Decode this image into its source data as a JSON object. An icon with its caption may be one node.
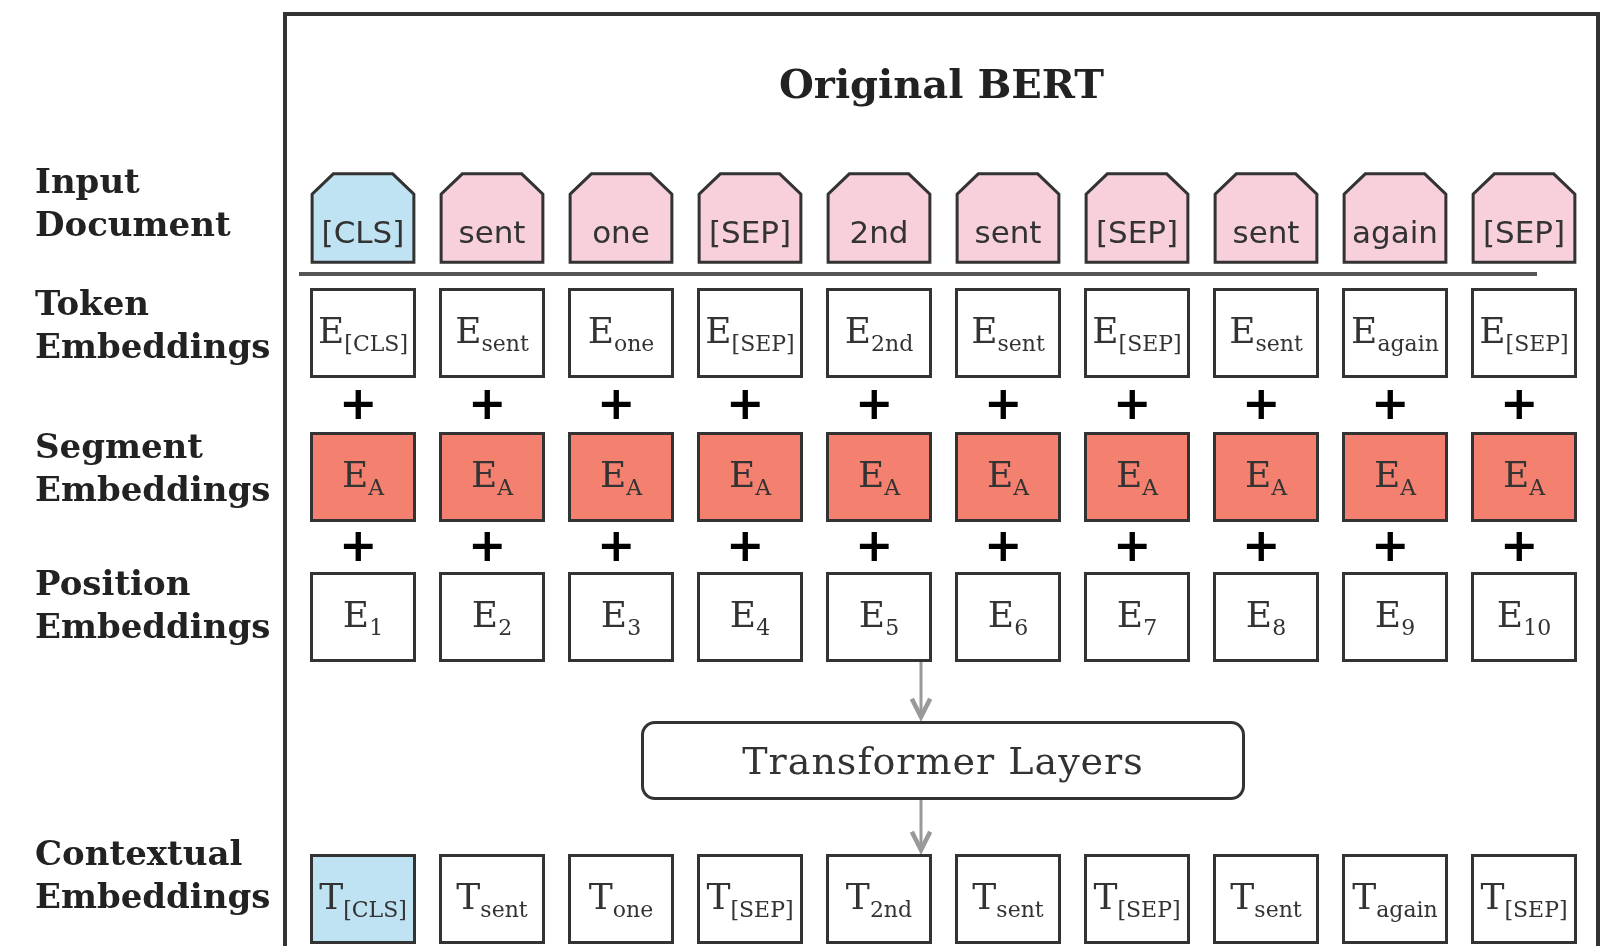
{
  "diagram": {
    "nodes": [
      {
        "text": [
          "Original BERT"
        ]
      },
      {
        "text": [
          "[CLS]"
        ],
        "in": 0
      },
      {
        "text": [
          "sent"
        ],
        "in": 0
      },
      {
        "text": [
          "one"
        ],
        "in": 0
      },
      {
        "text": [
          "[SEP]"
        ],
        "in": 0
      },
      {
        "text": [
          "2nd"
        ],
        "in": 0
      },
      {
        "text": [
          "sent"
        ],
        "in": 0
      },
      {
        "text": [
          "[SEP]"
        ],
        "in": 0
      },
      {
        "text": [
          "sent"
        ],
        "in": 0
      },
      {
        "text": [
          "again"
        ],
        "in": 0
      },
      {
        "text": [
          "[SEP]"
        ],
        "in": 0
      },
      {
        "text": [
          "E$_{[CLS]}$"
        ],
        "in": 0
      },
      {
        "text": [
          "E$_{sent}$"
        ],
        "in": 0
      },
      {
        "text": [
          "E$_{one}$"
        ],
        "in": 0
      },
      {
        "text": [
          "E$_{[SEP]}$"
        ],
        "in": 0
      },
      {
        "text": [
          "E$_{2nd}$"
        ],
        "in": 0
      },
      {
        "text": [
          "E$_{sent}$"
        ],
        "in": 0
      },
      {
        "text": [
          "E$_{[SEP]}$"
        ],
        "in": 0
      },
      {
        "text": [
          "E$_{sent}$"
        ],
        "in": 0
      },
      {
        "text": [
          "E$_{again}$"
        ],
        "in": 0
      },
      {
        "text": [
          "E$_{[SEP]}$"
        ],
        "in": 0
      },
      {
        "text": [
          "E$_{A}$"
        ],
        "in": 0
      },
      {
        "text": [
          "E$_{A}$"
        ],
        "in": 0
      },
      {
        "text": [
          "E$_{A}$"
        ],
        "in": 0
      },
      {
        "text": [
          "E$_{A}$"
        ],
        "in": 0
      },
      {
        "text": [
          "E$_{A}$"
        ],
        "in": 0
      },
      {
        "text": [
          "E$_{A}$"
        ],
        "in": 0
      },
      {
        "text": [
          "E$_{A}$"
        ],
        "in": 0
      },
      {
        "text": [
          "E$_{A}$"
        ],
        "in": 0
      },
      {
        "text": [
          "E$_{A}$"
        ],
        "in": 0
      },
      {
        "text": [
          "E$_{A}$"
        ],
        "in": 0
      },
      {
        "text": [
          "E$_{1}$"
        ],
        "in": 0
      },
      {
        "text": [
          "E$_{2}$"
        ],
        "in": 0
      },
      {
        "text": [
          "E$_{3}$"
        ],
        "in": 0
      },
      {
        "text": [
          "E$_{4}$"
        ],
        "in": 0
      },
      {
        "text": [
          "E$_{5}$"
        ],
        "in": 0
      },
      {
        "text": [
          "E$_{6}$"
        ],
        "in": 0
      },
      {
        "text": [
          "E$_{7}$"
        ],
        "in": 0
      },
      {
        "text": [
          "E$_{8}$"
        ],
        "in": 0
      },
      {
        "text": [
          "E$_{9}$"
        ],
        "in": 0
      },
      {
        "text": [
          "E$_{10}$"
        ],
        "in": 0
      },
      {
        "text": [
          "Transformer Layers"
        ],
        "in": 0
      },
      {
        "text": [
          "T$_{[CLS]}$"
        ],
        "in": 0
      },
      {
        "text": [
          "T$_{sent}$"
        ],
        "in": 0
      },
      {
        "text": [
          "T$_{one}$"
        ],
        "in": 0
      },
      {
        "text": [
          "T$_{[SEP]}$"
        ],
        "in": 0
      },
      {
        "text": [
          "T$_{2nd}$"
        ],
        "in": 0
      },
      {
        "text": [
          "T$_{sent}$"
        ],
        "in": 0
      },
      {
        "text": [
          "T$_{[SEP]}$"
        ],
        "in": 0
      },
      {
        "text": [
          "T$_{sent}$"
        ],
        "in": 0
      },
      {
        "text": [
          "T$_{again}$"
        ],
        "in": 0
      },
      {
        "text": [
          "T$_{[SEP]}$"
        ],
        "in": 0
      }
    ],
    "edges": [
      {
        "from": 35,
        "to": 41,
        "arrow": "to"
      },
      {
        "from": 41,
        "to": 46,
        "arrow": "to"
      }
    ],
    "labels": [
      "Input Document",
      "Token Embeddings",
      "+",
      "+",
      "+",
      "+",
      "+",
      "+",
      "+",
      "+",
      "+",
      "+",
      "Segment Embeddings",
      "+",
      "+",
      "+",
      "+",
      "+",
      "+",
      "+",
      "+",
      "+",
      "+",
      "Position Embeddings",
      "Contextual Embeddings"
    ]
  }
}
